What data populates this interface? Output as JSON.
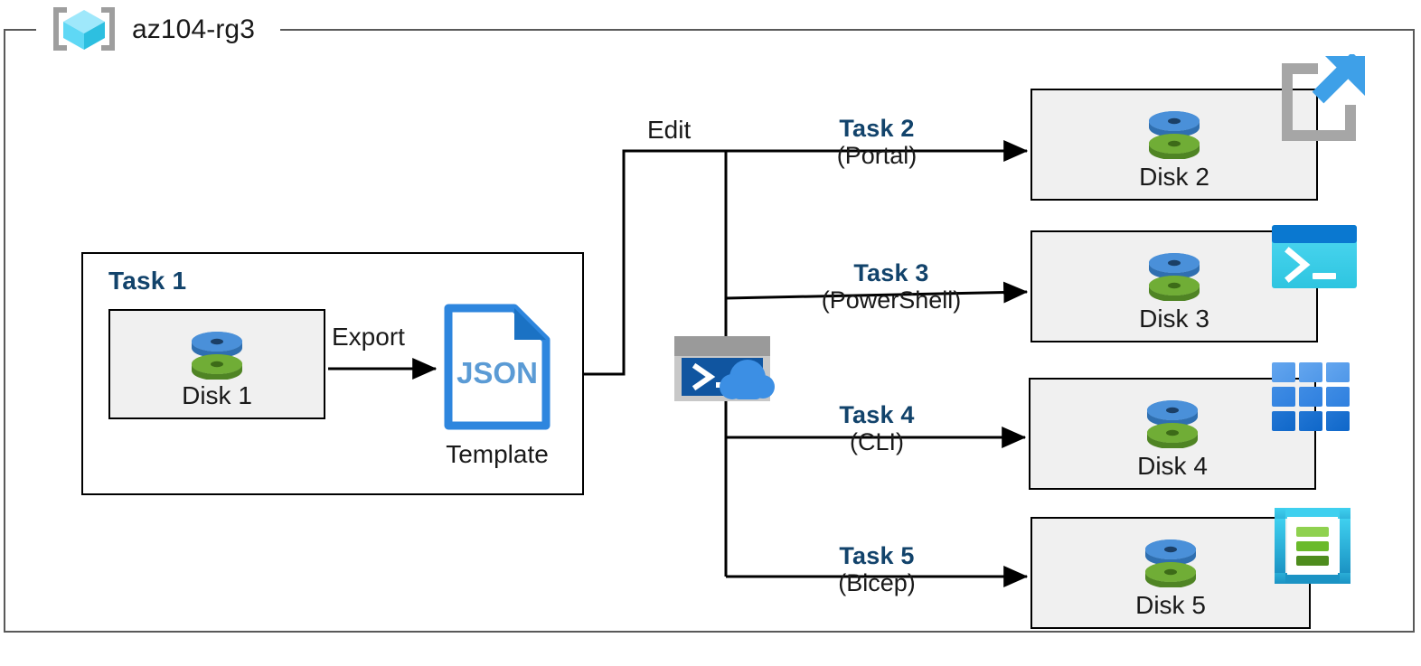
{
  "diagram": {
    "type": "azure-architecture-flow",
    "resource_group": {
      "name": "az104-rg3",
      "icon": "resource-group-cube-icon"
    },
    "colors": {
      "frame_border": "#595959",
      "box_border": "#000000",
      "box_fill": "#f0f0f0",
      "task_label": "#12436b",
      "text": "#1a1a1a",
      "azure_blue": "#2f8ce0",
      "json_blue": "#3b8ede",
      "disk_top": "#4a90d9",
      "disk_bottom": "#70ad36",
      "powershell_cyan": "#3ed0ef",
      "bicep_cyan": "#31c7e8",
      "bicep_green": "#6aba2b"
    }
  },
  "task1": {
    "title": "Task 1",
    "source_disk": {
      "label": "Disk 1",
      "icon": "managed-disk-icon"
    },
    "export_label": "Export",
    "template": {
      "file_type": "JSON",
      "caption": "Template",
      "icon": "json-file-icon"
    }
  },
  "edit": {
    "label": "Edit",
    "cloudshell_icon": "cloud-shell-icon"
  },
  "tasks": [
    {
      "name": "Task 2",
      "tool": "(Portal)",
      "disk": "Disk 2",
      "disk_icon": "managed-disk-icon",
      "tool_icon": "azure-portal-icon"
    },
    {
      "name": "Task 3",
      "tool": "(PowerShell)",
      "disk": "Disk 3",
      "disk_icon": "managed-disk-icon",
      "tool_icon": "powershell-icon"
    },
    {
      "name": "Task 4",
      "tool": "(CLI)",
      "disk": "Disk 4",
      "disk_icon": "managed-disk-icon",
      "tool_icon": "azure-cli-grid-icon"
    },
    {
      "name": "Task 5",
      "tool": "(Bicep)",
      "disk": "Disk 5",
      "disk_icon": "managed-disk-icon",
      "tool_icon": "bicep-file-icon"
    }
  ]
}
